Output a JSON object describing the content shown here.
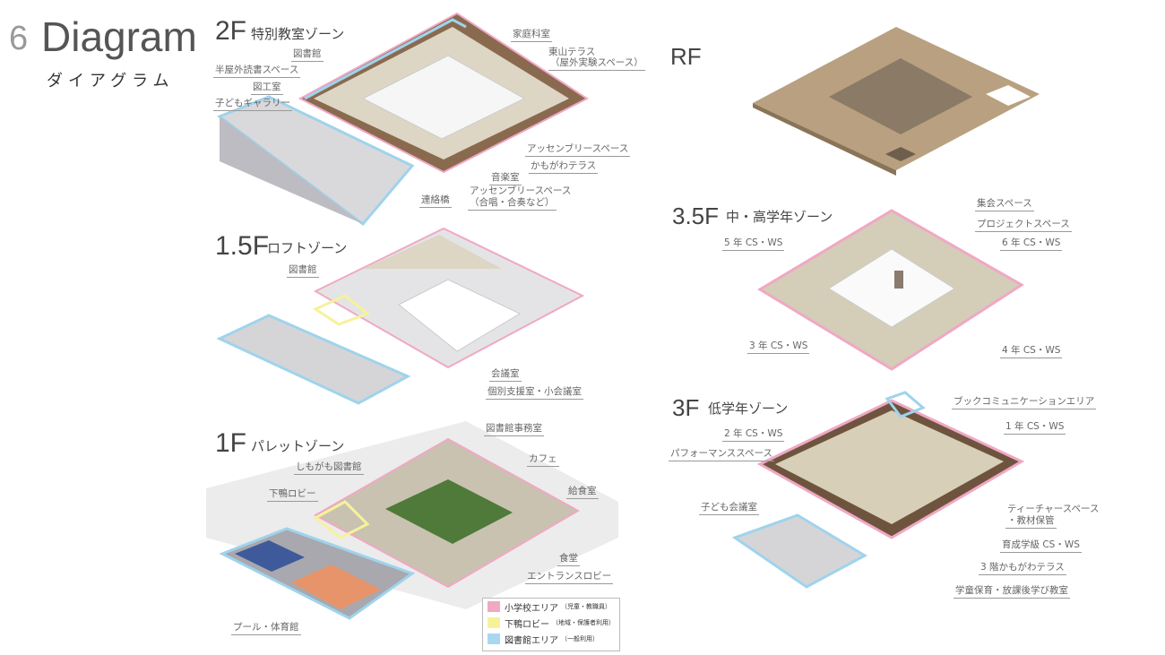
{
  "header": {
    "number": "6",
    "title": "Diagram",
    "subtitle": "ダイアグラム"
  },
  "floors": {
    "f2": {
      "level": "2F",
      "zone": "特別教室ゾーン",
      "labels": {
        "library": "図書館",
        "reading": "半屋外読書スペース",
        "art": "図工室",
        "gallery": "子どもギャラリー",
        "home_ec": "家庭科室",
        "terrace_1": "東山テラス",
        "terrace_2": "（屋外実験スペース）",
        "assembly": "アッセンブリースペース",
        "kamogawa": "かもがわテラス",
        "music": "音楽室",
        "bridge": "連絡橋",
        "assembly2_1": "アッセンブリースペース",
        "assembly2_2": "（合唱・合奏など）"
      }
    },
    "f15": {
      "level": "1.5F",
      "zone": "ロフトゾーン",
      "labels": {
        "library": "図書館",
        "meeting": "会議室",
        "support": "個別支援室・小会議室"
      }
    },
    "f1": {
      "level": "1F",
      "zone": "パレットゾーン",
      "labels": {
        "lib_office": "図書館事務室",
        "shimogamo_lib": "しもがも図書館",
        "cafe": "カフェ",
        "lobby": "下鴨ロビー",
        "kitchen": "給食室",
        "dining": "食堂",
        "entrance": "エントランスロビー",
        "pool_gym": "プール・体育館"
      }
    },
    "rf": {
      "level": "RF"
    },
    "f35": {
      "level": "3.5F",
      "zone": "中・高学年ゾーン",
      "labels": {
        "assembly": "集会スペース",
        "project": "プロジェクトスペース",
        "g5": "5 年 CS・WS",
        "g6": "6 年 CS・WS",
        "g3": "3 年 CS・WS",
        "g4": "4 年 CS・WS"
      }
    },
    "f3": {
      "level": "3F",
      "zone": "低学年ゾーン",
      "labels": {
        "book": "ブックコミュニケーションエリア",
        "g2": "2 年 CS・WS",
        "g1": "1 年 CS・WS",
        "performance": "パフォーマンススペース",
        "kids_meeting": "子ども会議室",
        "teacher_1": "ティーチャースペース",
        "teacher_2": "・教材保管",
        "special": "育成学級 CS・WS",
        "terrace": "3 階かもがわテラス",
        "afterschool": "学童保育・放課後学び教室"
      }
    }
  },
  "legend": [
    {
      "label": "小学校エリア",
      "note": "（児童・教職員）",
      "color": "#f0a8c4"
    },
    {
      "label": "下鴨ロビー",
      "note": "（地域・保護者利用）",
      "color": "#f6f29a"
    },
    {
      "label": "図書館エリア",
      "note": "（一般利用）",
      "color": "#a8d8f0"
    }
  ]
}
